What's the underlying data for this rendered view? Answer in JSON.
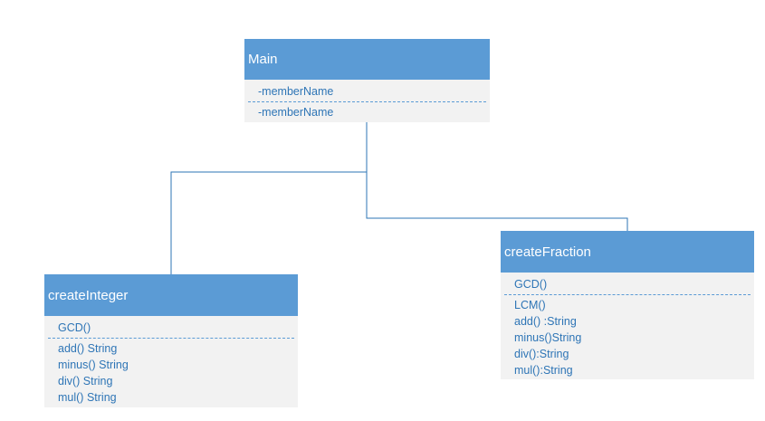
{
  "diagram": {
    "colors": {
      "header_fill": "#5b9bd5",
      "header_text": "#ffffff",
      "body_fill": "#f2f2f2",
      "member_text": "#2e75b6",
      "connector": "#2e75b6"
    },
    "classes": {
      "main": {
        "name": "Main",
        "attributes": [
          "-memberName"
        ],
        "methods": [
          "-memberName"
        ]
      },
      "integer": {
        "name": "createInteger",
        "attributes": [
          "GCD()"
        ],
        "methods": [
          "add() String",
          "minus() String",
          "div() String",
          "mul() String"
        ]
      },
      "fraction": {
        "name": "createFraction",
        "attributes": [
          "GCD()"
        ],
        "methods": [
          "LCM()",
          "add() :String",
          "minus()String",
          "div():String",
          "mul():String"
        ]
      }
    }
  }
}
